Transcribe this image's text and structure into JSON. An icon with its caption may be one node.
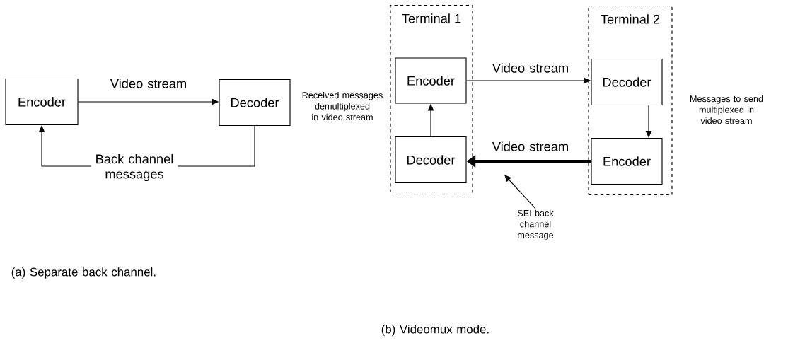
{
  "diagram": {
    "nodes": [
      {
        "text": [
          "Encoder"
        ]
      },
      {
        "text": [
          "Decoder"
        ]
      },
      {
        "text": [
          "Terminal 1"
        ]
      },
      {
        "text": [
          "Encoder"
        ],
        "in": 2
      },
      {
        "text": [
          "Decoder"
        ],
        "in": 2
      },
      {
        "text": [
          "Terminal 2"
        ]
      },
      {
        "text": [
          "Decoder"
        ],
        "in": 5
      },
      {
        "text": [
          "Encoder"
        ],
        "in": 5
      },
      {
        "text": [
          "SEI back channel message"
        ]
      }
    ],
    "edges": [
      {
        "from": 0,
        "to": 1,
        "arrow": "to",
        "label": "Video stream"
      },
      {
        "from": 1,
        "to": 0,
        "arrow": "to",
        "label": "Back channel messages"
      },
      {
        "from": 3,
        "to": 6,
        "arrow": "to",
        "label": "Video stream"
      },
      {
        "from": 6,
        "to": 7,
        "arrow": "to"
      },
      {
        "from": 7,
        "to": 4,
        "arrow": "to",
        "label": "Video stream",
        "style": "thick"
      },
      {
        "from": 4,
        "to": 3,
        "arrow": "to"
      },
      {
        "from": 8,
        "to": null,
        "arrow": "to"
      }
    ],
    "labels": [
      "Received messages demultiplexed in video stream",
      "Messages to send multiplexed in video stream",
      "(a) Separate back channel.",
      "(b) Videomux mode."
    ]
  }
}
